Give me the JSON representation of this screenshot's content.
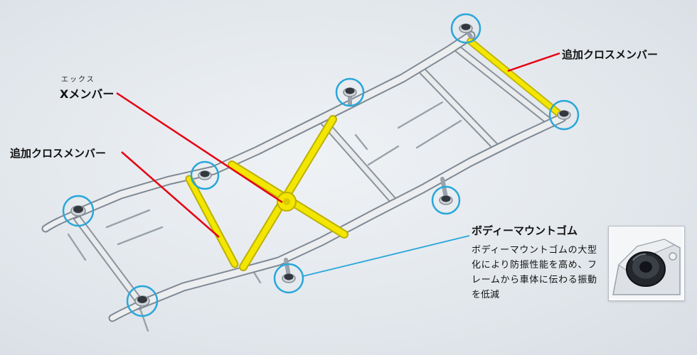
{
  "page": {
    "background_color": "#e2e7ec"
  },
  "callouts": {
    "x_member": {
      "furigana": "エックス",
      "label": "Xメンバー"
    },
    "add_cross_member_left": {
      "label": "追加クロスメンバー"
    },
    "add_cross_member_right": {
      "label": "追加クロスメンバー"
    },
    "body_mount": {
      "title": "ボディーマウントゴム",
      "description": "ボディーマウントゴムの大型化により防振性能を高め、フレームから車体に伝わる振動を低減"
    }
  },
  "colors": {
    "highlight_yellow": "#f3e600",
    "leader_red": "#e60012",
    "mount_circle_blue": "#29a7da",
    "frame_silver": "#edeff1",
    "frame_outline": "#808a94"
  },
  "icons": {
    "mount_marker": "blue-circle-highlight",
    "inset_image": "body-mount-rubber-closeup"
  }
}
